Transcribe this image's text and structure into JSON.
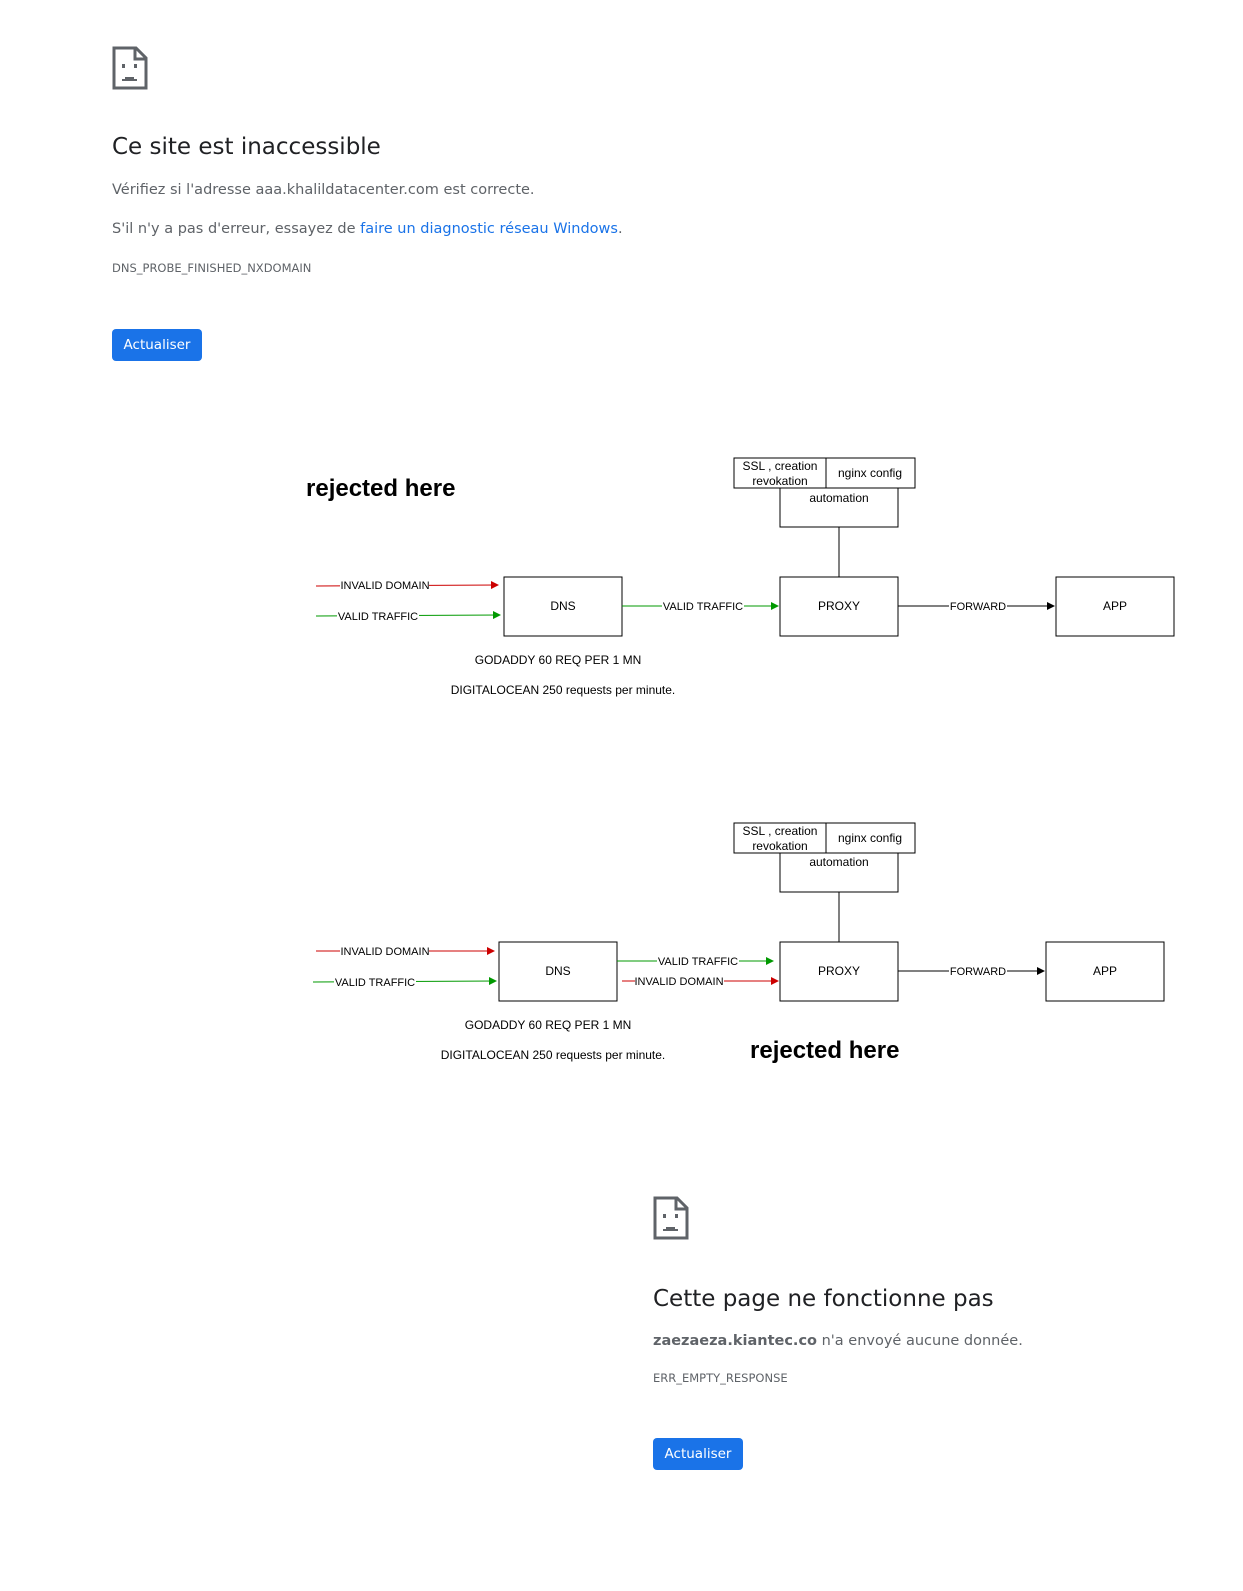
{
  "error_top": {
    "title": "Ce site est inaccessible",
    "line1": "Vérifiez si l'adresse aaa.khalildatacenter.com est correcte.",
    "line2_prefix": "S'il n'y a pas d'erreur, essayez de ",
    "line2_link": "faire un diagnostic réseau Windows",
    "line2_suffix": ".",
    "code": "DNS_PROBE_FINISHED_NXDOMAIN",
    "button": "Actualiser",
    "icon": "sad-page-icon"
  },
  "diagram1": {
    "rejected_label": "rejected here",
    "ssl_label_1": "SSL , creation",
    "ssl_label_2": "revokation",
    "nginx_label": "nginx config",
    "automation_label": "automation",
    "invalid_label": "INVALID DOMAIN",
    "valid_label": "VALID TRAFFIC",
    "dns_label": "DNS",
    "valid_traffic_label": "VALID TRAFFIC",
    "proxy_label": "PROXY",
    "forward_label": "FORWARD",
    "app_label": "APP",
    "godaddy_label": "GODADDY 60 REQ PER 1 MN",
    "digitalocean_label": "DIGITALOCEAN 250 requests per minute."
  },
  "diagram2": {
    "rejected_label": "rejected here",
    "ssl_label_1": "SSL , creation",
    "ssl_label_2": "revokation",
    "nginx_label": "nginx config",
    "automation_label": "automation",
    "invalid_label": "INVALID DOMAIN",
    "valid_label": "VALID TRAFFIC",
    "dns_label": "DNS",
    "valid_traffic_label": "VALID TRAFFIC",
    "invalid_domain_label": "INVALID DOMAIN",
    "proxy_label": "PROXY",
    "forward_label": "FORWARD",
    "app_label": "APP",
    "godaddy_label": "GODADDY 60 REQ PER 1 MN",
    "digitalocean_label": "DIGITALOCEAN 250 requests per minute."
  },
  "error_bottom": {
    "title": "Cette page ne fonctionne pas",
    "domain": "zaezaeza.kiantec.co",
    "message": " n'a envoyé aucune donnée.",
    "code": "ERR_EMPTY_RESPONSE",
    "button": "Actualiser",
    "icon": "sad-page-icon"
  },
  "colors": {
    "accent": "#1a73e8",
    "valid_arrow": "#009900",
    "invalid_arrow": "#cc0000",
    "line": "#000000"
  }
}
